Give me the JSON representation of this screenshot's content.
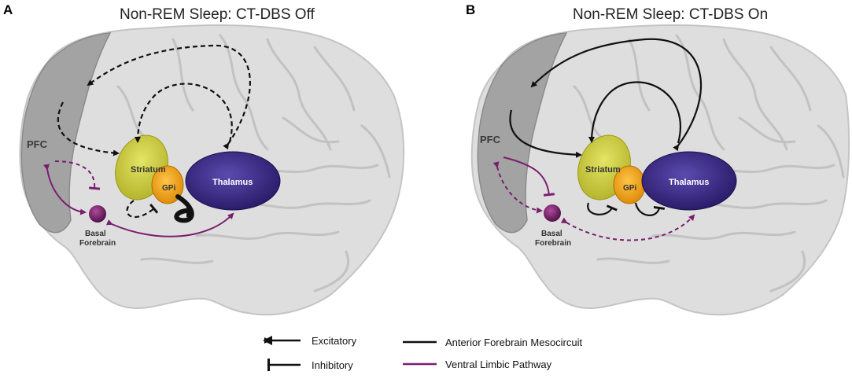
{
  "panels": [
    {
      "letter": "A",
      "title": "Non-REM Sleep: CT-DBS Off",
      "labels": {
        "pfc": "PFC",
        "striatum": "Striatum",
        "gpi": "GPi",
        "thalamus": "Thalamus",
        "basal": "Basal",
        "forebrain": "Forebrain"
      }
    },
    {
      "letter": "B",
      "title": "Non-REM Sleep: CT-DBS On",
      "labels": {
        "pfc": "PFC",
        "striatum": "Striatum",
        "gpi": "GPi",
        "thalamus": "Thalamus",
        "basal": "Basal",
        "forebrain": "Forebrain"
      }
    }
  ],
  "legend": {
    "excitatory": "Excitatory",
    "inhibitory": "Inhibitory",
    "anterior": "Anterior Forebrain Mesocircuit",
    "ventral": "Ventral Limbic Pathway"
  },
  "colors": {
    "mesocircuit": "#111111",
    "limbic": "#7a1e6e",
    "thalamus": "#2f1f7a",
    "striatum": "#c8c81e",
    "gpi": "#e89a10",
    "basal_forebrain": "#6a1a5e",
    "pfc_region": "#9a9a9a",
    "brain": "#d8d8d8"
  }
}
